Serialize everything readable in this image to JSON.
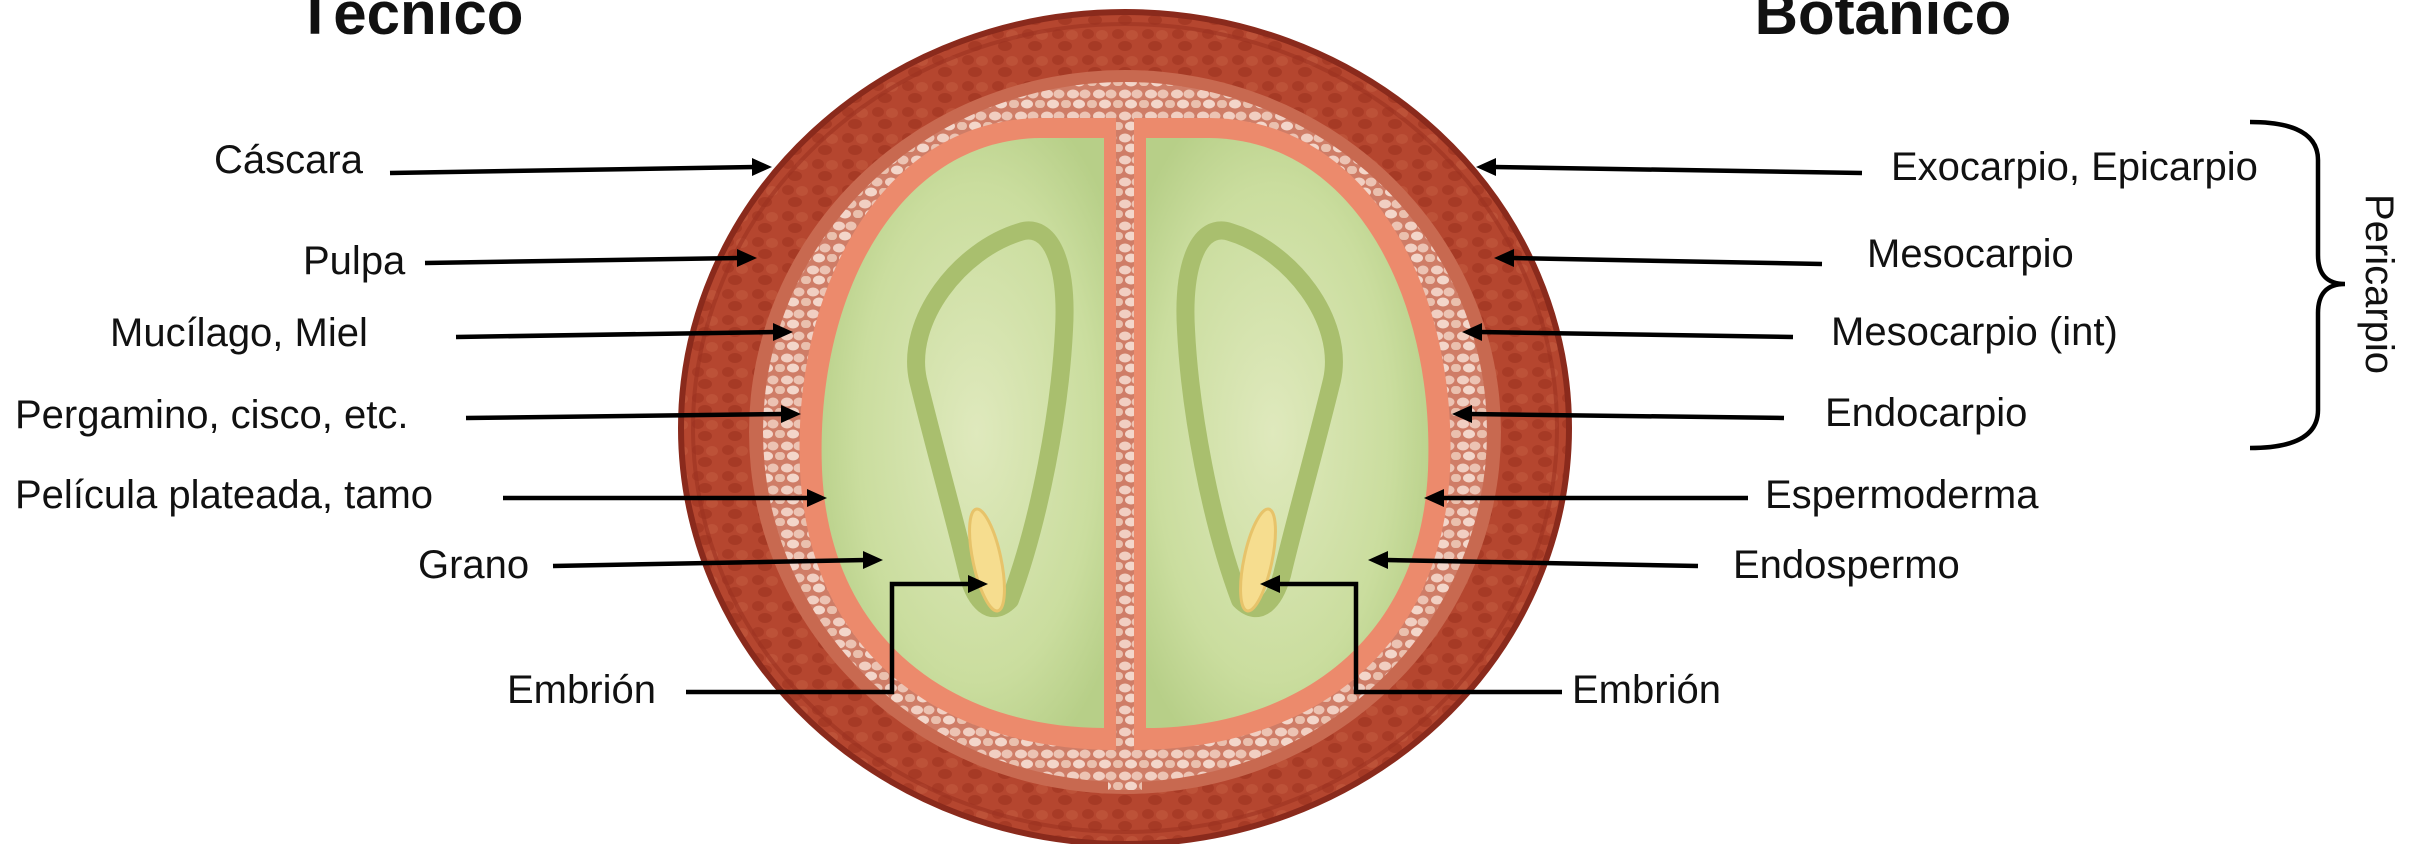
{
  "headers": {
    "left": "Técnico",
    "right": "Botánico"
  },
  "technical_labels": {
    "cascara": "Cáscara",
    "pulpa": "Pulpa",
    "mucilago": "Mucílago, Miel",
    "pergamino": "Pergamino, cisco, etc.",
    "pelicula": "Película plateada, tamo",
    "grano": "Grano",
    "embrion": "Embrión"
  },
  "botanical_labels": {
    "exocarpio": "Exocarpio, Epicarpio",
    "mesocarpio": "Mesocarpio",
    "mesocarpio_int": "Mesocarpio (int)",
    "endocarpio": "Endocarpio",
    "espermoderma": "Espermoderma",
    "endospermo": "Endospermo",
    "embrion": "Embrión"
  },
  "group_label": "Pericarpio",
  "colors": {
    "exocarp": "#b5422c",
    "exocarp_edge": "#8a2a1c",
    "mesocarp_cells": "#e8b9a8",
    "mesocarp_bg": "#d9826c",
    "endocarp": "#ec8a6c",
    "endosperm": "#cfe0a6",
    "endosperm_fold": "#a9bf6e",
    "embryo": "#f6dd8f"
  }
}
